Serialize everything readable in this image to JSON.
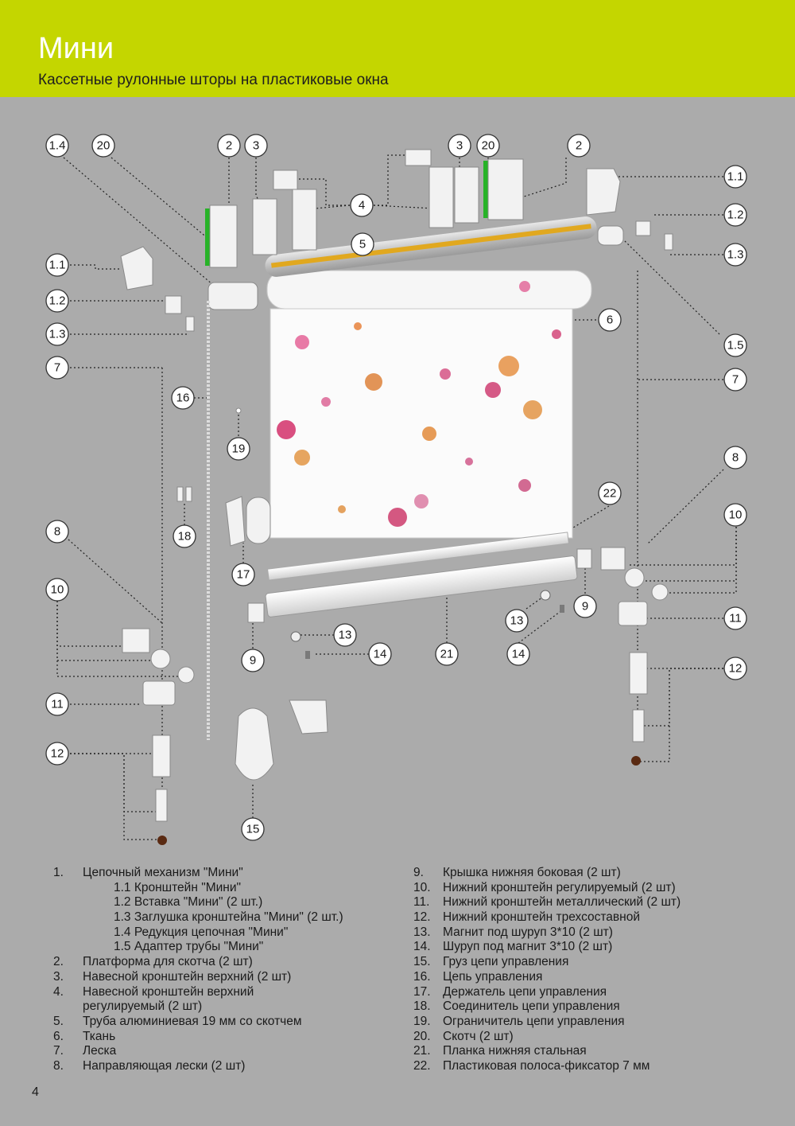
{
  "header": {
    "title": "Мини",
    "subtitle": "Кассетные рулонные шторы на пластиковые окна",
    "color": "#c4d600"
  },
  "callouts": [
    "1.4",
    "20",
    "2",
    "3",
    "4",
    "3",
    "20",
    "2",
    "1.1",
    "1.2",
    "1.3",
    "5",
    "1.1",
    "1.2",
    "1.3",
    "6",
    "1.5",
    "7",
    "7",
    "16",
    "19",
    "8",
    "22",
    "10",
    "18",
    "17",
    "8",
    "10",
    "9",
    "11",
    "13",
    "9",
    "13",
    "14",
    "21",
    "14",
    "11",
    "12",
    "12",
    "15"
  ],
  "parts_left": [
    {
      "num": "1.",
      "text": "Цепочный механизм \"Мини\""
    },
    {
      "num": "",
      "text": "1.1 Кронштейн \"Мини\"",
      "sub": true
    },
    {
      "num": "",
      "text": "1.2 Вставка \"Мини\" (2 шт.)",
      "sub": true
    },
    {
      "num": "",
      "text": "1.3 Заглушка кронштейна \"Мини\" (2 шт.)",
      "sub": true
    },
    {
      "num": "",
      "text": "1.4 Редукция цепочная \"Мини\"",
      "sub": true
    },
    {
      "num": "",
      "text": "1.5 Адаптер трубы \"Мини\"",
      "sub": true
    },
    {
      "num": "2.",
      "text": "Платформа для скотча (2 шт)"
    },
    {
      "num": "3.",
      "text": "Навесной кронштейн верхний (2 шт)"
    },
    {
      "num": "4.",
      "text": "Навесной кронштейн верхний"
    },
    {
      "num": "",
      "text": "регулируемый (2 шт)"
    },
    {
      "num": "5.",
      "text": "Труба алюминиевая 19 мм со скотчем"
    },
    {
      "num": "6.",
      "text": "Ткань"
    },
    {
      "num": "7.",
      "text": "Леска"
    },
    {
      "num": "8.",
      "text": "Направляющая лески (2 шт)"
    }
  ],
  "parts_right": [
    {
      "num": "9.",
      "text": "Крышка нижняя боковая (2 шт)"
    },
    {
      "num": "10.",
      "text": "Нижний кронштейн регулируемый (2 шт)"
    },
    {
      "num": "11.",
      "text": "Нижний кронштейн металлический  (2 шт)"
    },
    {
      "num": "12.",
      "text": "Нижний кронштейн  трехсоставной"
    },
    {
      "num": "13.",
      "text": "Магнит под шуруп 3*10 (2 шт)"
    },
    {
      "num": "14.",
      "text": "Шуруп под магнит 3*10 (2 шт)"
    },
    {
      "num": "15.",
      "text": "Груз цепи управления"
    },
    {
      "num": "16.",
      "text": "Цепь управления"
    },
    {
      "num": "17.",
      "text": "Держатель цепи управления"
    },
    {
      "num": "18.",
      "text": "Соединитель цепи управления"
    },
    {
      "num": "19.",
      "text": "Ограничитель цепи управления"
    },
    {
      "num": "20.",
      "text": "Скотч (2 шт)"
    },
    {
      "num": "21.",
      "text": "Планка нижняя стальная"
    },
    {
      "num": "22.",
      "text": "Пластиковая полоса-фиксатор 7 мм"
    }
  ],
  "page_number": "4"
}
